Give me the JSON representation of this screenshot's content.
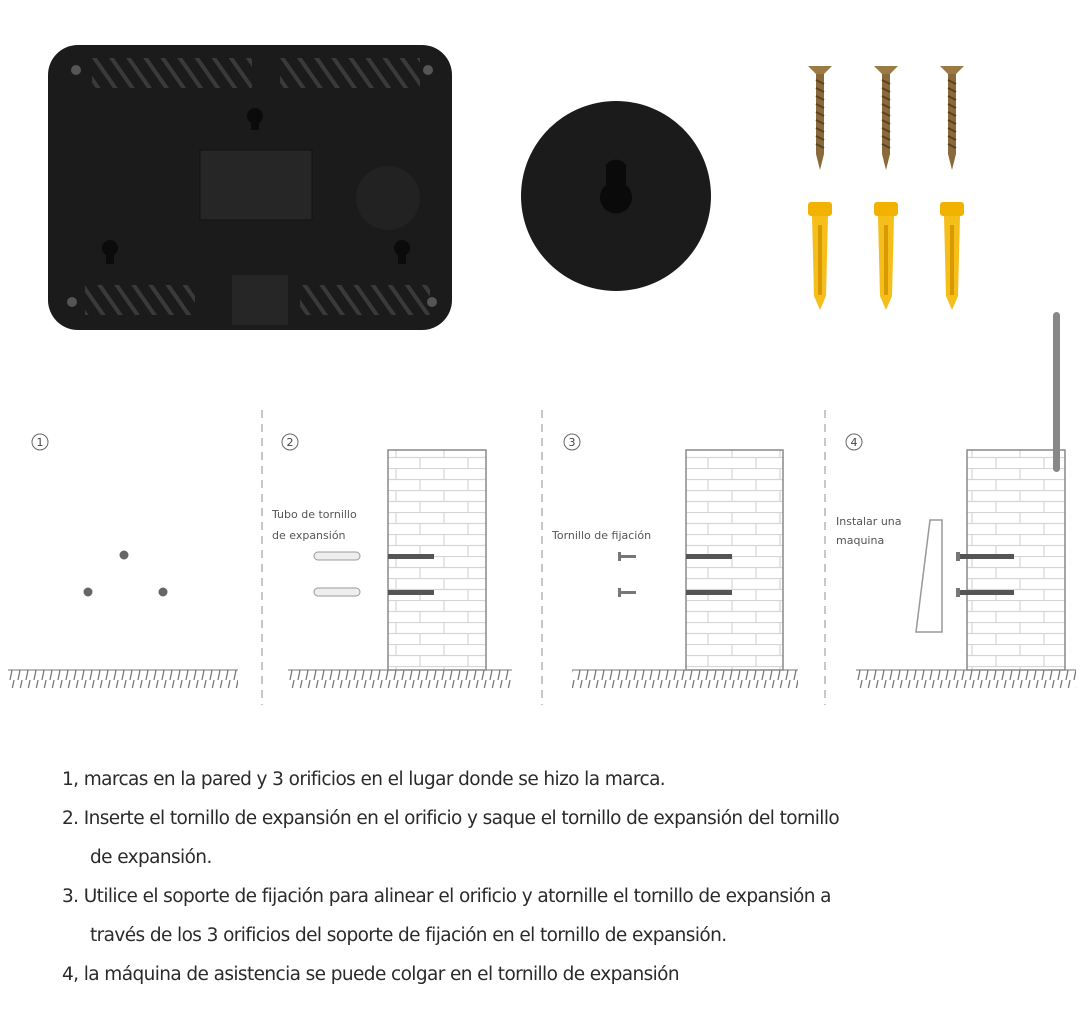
{
  "colors": {
    "device": "#1b1b1b",
    "screw": "#9a7a45",
    "anchor": "#f2b300",
    "line": "#8a8a8a",
    "text": "#2a2a2a"
  },
  "diagram": {
    "panels": [
      {
        "number": "1",
        "label_lines": []
      },
      {
        "number": "2",
        "label_lines": [
          "Tubo de tornillo",
          "de expansión"
        ]
      },
      {
        "number": "3",
        "label_lines": [
          "Tornillo de fijación"
        ]
      },
      {
        "number": "4",
        "label_lines": [
          "Instalar una",
          "maquina"
        ]
      }
    ]
  },
  "instructions": [
    "1, marcas en la pared y 3 orificios en el lugar donde se hizo la marca.",
    "2. Inserte el tornillo de expansión en el orificio y saque el tornillo de expansión del tornillo",
    "de expansión.",
    "3. Utilice el soporte de fijación para alinear el orificio y atornille el tornillo de expansión a",
    "través de los 3 orificios del soporte de fijación en el tornillo de expansión.",
    "4, la máquina de asistencia se puede colgar en el tornillo de expansión"
  ]
}
